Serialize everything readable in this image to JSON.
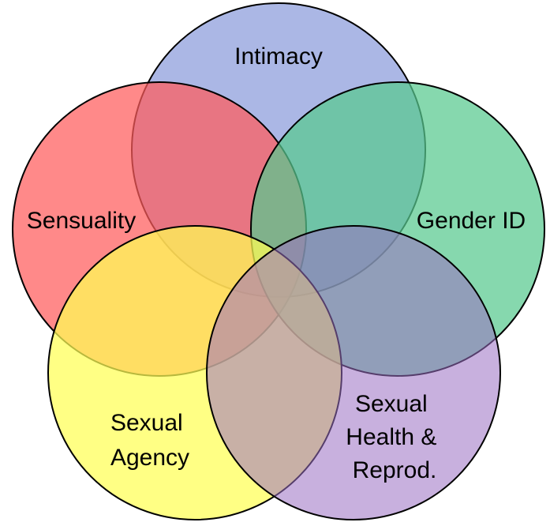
{
  "diagram": {
    "type": "venn",
    "sets": [
      {
        "key": "intimacy",
        "label_lines": [
          "Intimacy"
        ],
        "color": "#8f9fdc"
      },
      {
        "key": "gender_id",
        "label_lines": [
          "Gender ID"
        ],
        "color": "#57c98f"
      },
      {
        "key": "sensuality",
        "label_lines": [
          "Sensuality"
        ],
        "color": "#ff5c5c"
      },
      {
        "key": "sexual_agency",
        "label_lines": [
          "Sexual",
          "Agency"
        ],
        "color": "#ffff55"
      },
      {
        "key": "sexual_health",
        "label_lines": [
          "Sexual",
          "Health &",
          "Reprod."
        ],
        "color": "#9a70c2"
      }
    ]
  }
}
